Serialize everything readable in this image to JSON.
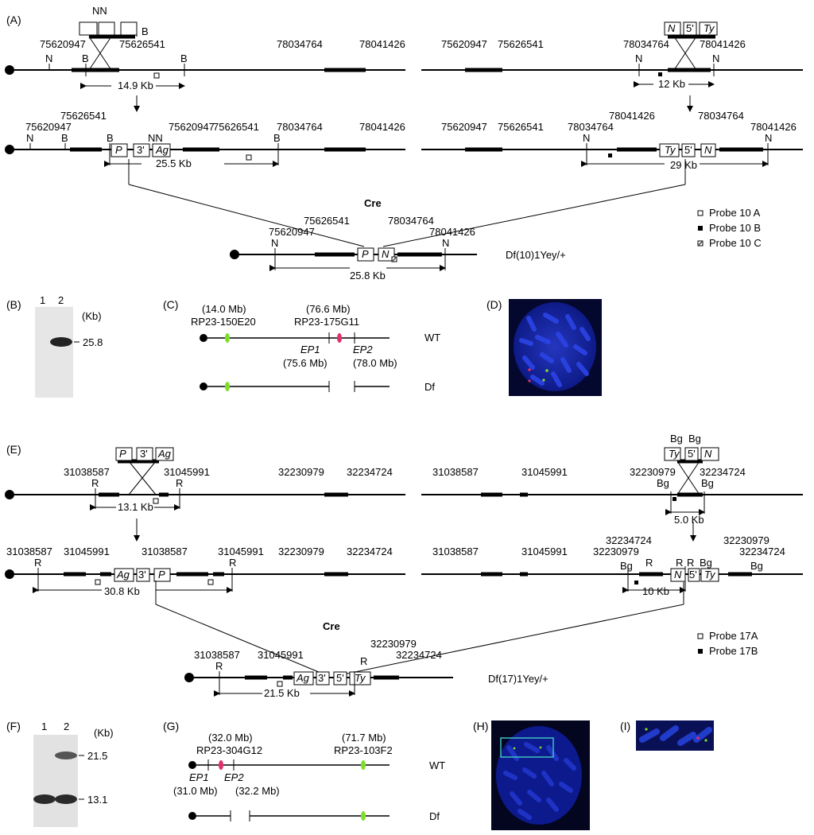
{
  "panels": {
    "A": "(A)",
    "B": "(B)",
    "C": "(C)",
    "D": "(D)",
    "E": "(E)",
    "F": "(F)",
    "G": "(G)",
    "H": "(H)",
    "I": "(I)"
  },
  "coords10": {
    "a": "75620947",
    "b": "75626541",
    "c": "78034764",
    "d": "78041426"
  },
  "coords17": {
    "a": "31038587",
    "b": "31045991",
    "c": "32230979",
    "d": "32234724"
  },
  "sites": {
    "N": "N",
    "B": "B",
    "R": "R",
    "Bg": "Bg",
    "NN": "NN"
  },
  "cassette": {
    "Ag": "Ag",
    "three": "3'",
    "P": "P",
    "N": "N",
    "five": "5'",
    "Ty": "Ty"
  },
  "sizesA": {
    "s1": "14.9 Kb",
    "s2": "12 Kb",
    "s3": "25.5 Kb",
    "s4": "29 Kb",
    "s5": "25.8 Kb"
  },
  "sizesE": {
    "s1": "13.1 Kb",
    "s2": "5.0 Kb",
    "s3": "30.8 Kb",
    "s4": "10 Kb",
    "s5": "21.5 Kb"
  },
  "cre": "Cre",
  "legendA": [
    "Probe 10 A",
    "Probe 10 B",
    "Probe 10 C"
  ],
  "legendE": [
    "Probe 17A",
    "Probe 17B"
  ],
  "alleleA": "Df(10)1Yey/+",
  "alleleE": "Df(17)1Yey/+",
  "blotB": {
    "lanes": [
      "1",
      "2"
    ],
    "unit": "(Kb)",
    "band": "25.8"
  },
  "blotF": {
    "lanes": [
      "1",
      "2"
    ],
    "unit": "(Kb)",
    "band1": "21.5",
    "band2": "13.1"
  },
  "panelC": {
    "mb1": "(14.0 Mb)",
    "clone1": "RP23-150E20",
    "mb2": "(76.6 Mb)",
    "clone2": "RP23-175G11",
    "ep1": "EP1",
    "ep1mb": "(75.6 Mb)",
    "ep2": "EP2",
    "ep2mb": "(78.0 Mb)",
    "wt": "WT",
    "df": "Df"
  },
  "panelG": {
    "mb1": "(32.0 Mb)",
    "clone1": "RP23-304G12",
    "mb2": "(71.7 Mb)",
    "clone2": "RP23-103F2",
    "ep1": "EP1",
    "ep1mb": "(31.0 Mb)",
    "ep2": "EP2",
    "ep2mb": "(32.2 Mb)",
    "wt": "WT",
    "df": "Df"
  },
  "colors": {
    "green": "#7ddf2a",
    "red": "#e0306a",
    "cyan": "#3fbfbf",
    "blue": "#1530c8"
  }
}
